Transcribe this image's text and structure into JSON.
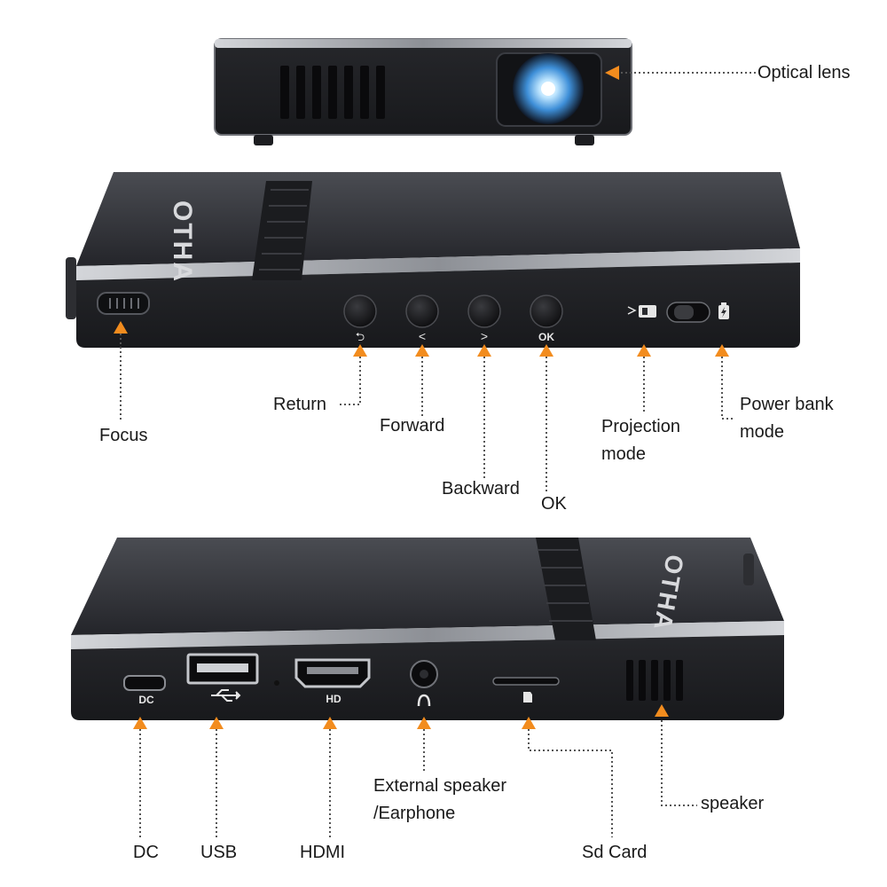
{
  "brand": "OTHA",
  "top_panel": {
    "callouts": {
      "optical_lens": "Optical lens"
    }
  },
  "middle_panel": {
    "button_glyphs": {
      "return": "⮌",
      "forward": "<",
      "backward": ">",
      "ok": "OK"
    },
    "callouts": {
      "focus": "Focus",
      "return": "Return",
      "forward": "Forward",
      "backward": "Backward",
      "ok": "OK",
      "projection_mode": "Projection mode",
      "power_bank_mode": "Power bank mode"
    }
  },
  "bottom_panel": {
    "port_labels": {
      "dc": "DC",
      "hd": "HD"
    },
    "callouts": {
      "dc": "DC",
      "usb": "USB",
      "hdmi": "HDMI",
      "external_speaker": "External speaker /Earphone",
      "sd_card": "Sd Card",
      "speaker": "speaker"
    }
  },
  "colors": {
    "device_body": "#2a2b2f",
    "device_edge": "#b9bcc2",
    "arrow": "#f28c1e",
    "lens_glow": "#4fb4ff",
    "text": "#1a1a1a"
  }
}
